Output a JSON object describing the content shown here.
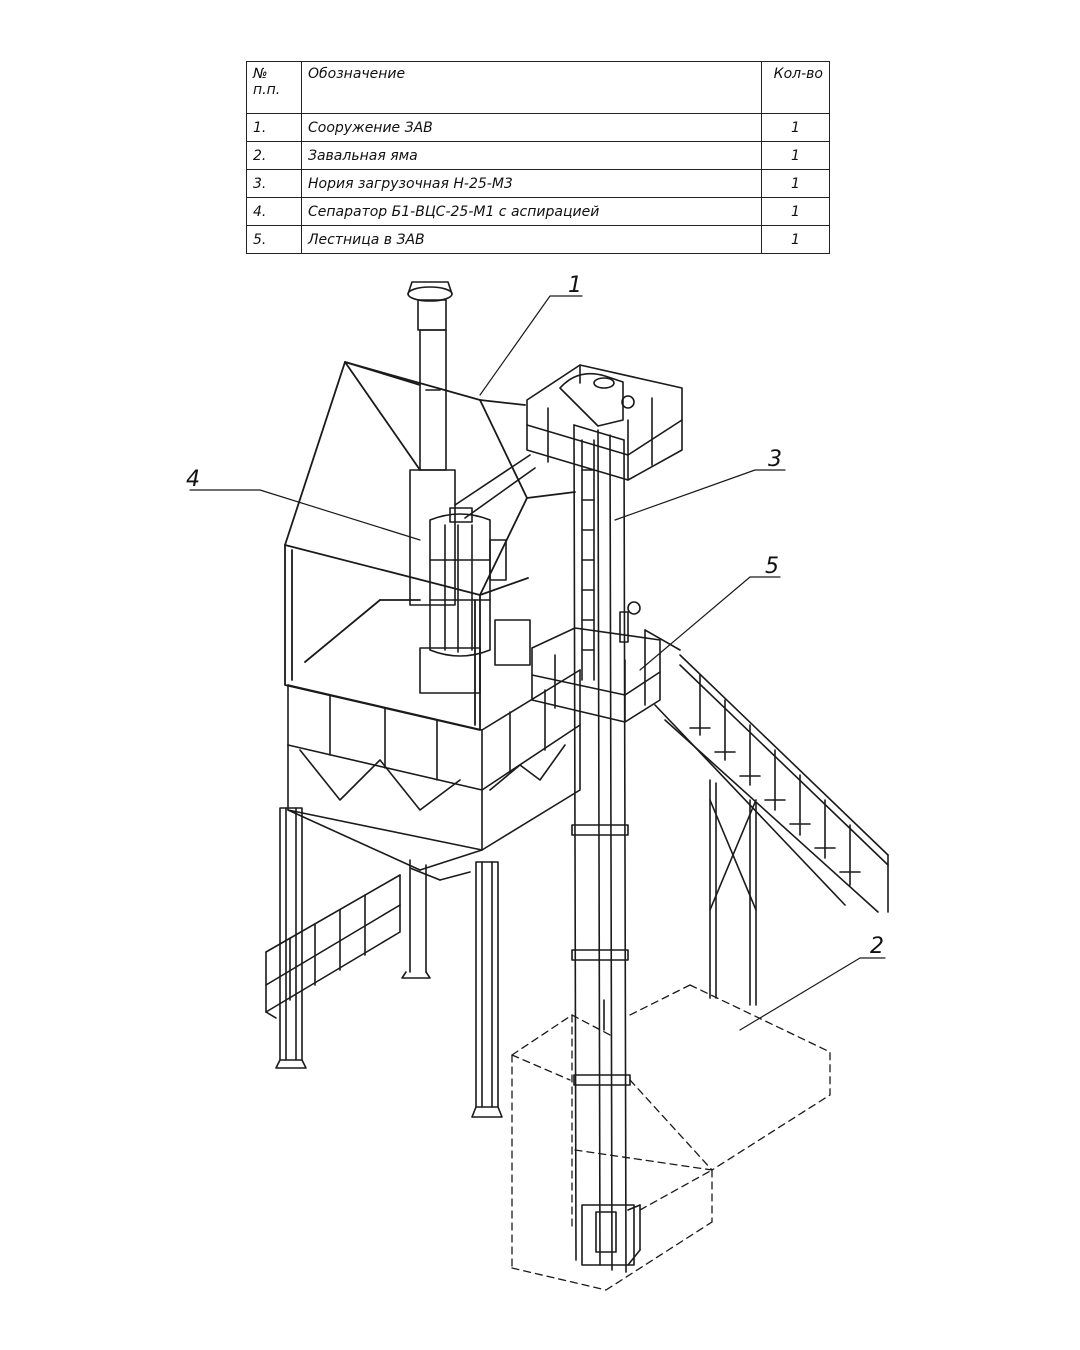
{
  "spec_table": {
    "headers": {
      "num_line1": "№",
      "num_line2": "п.п.",
      "designation": "Обозначение",
      "qty": "Кол-во"
    },
    "rows": [
      {
        "num": "1.",
        "designation": "Сооружение ЗАВ",
        "qty": "1"
      },
      {
        "num": "2.",
        "designation": "Завальная яма",
        "qty": "1"
      },
      {
        "num": "3.",
        "designation": "Нория загрузочная Н-25-М3",
        "qty": "1"
      },
      {
        "num": "4.",
        "designation": "Сепаратор Б1-ВЦС-25-М1 с аспирацией",
        "qty": "1"
      },
      {
        "num": "5.",
        "designation": "Лестница в ЗАВ",
        "qty": "1"
      }
    ]
  },
  "callouts": {
    "c1": "1",
    "c2": "2",
    "c3": "3",
    "c4": "4",
    "c5": "5"
  },
  "colors": {
    "line": "#1a1a1a",
    "background": "#ffffff"
  }
}
